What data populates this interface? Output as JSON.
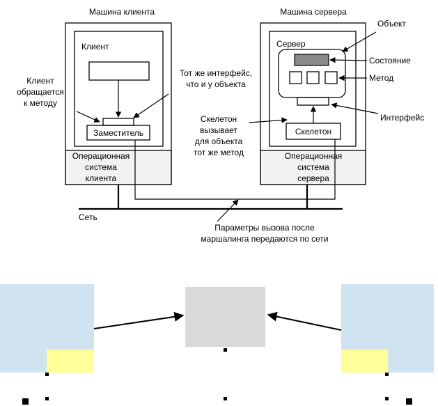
{
  "diagram": {
    "client_machine": {
      "title": "Машина клиента",
      "client_box": "Клиент",
      "proxy": "Заместитель",
      "os_lines": [
        "Операционная",
        "система",
        "клиента"
      ]
    },
    "server_machine": {
      "title": "Машина сервера",
      "server_box": "Сервер",
      "skeleton": "Скелетон",
      "os_lines": [
        "Операционная",
        "система",
        "сервера"
      ]
    },
    "callouts": {
      "client_calls": [
        "Клиент",
        "обращается",
        "к методу"
      ],
      "same_interface": [
        "Тот же интерфейс,",
        "что и у объекта"
      ],
      "skeleton_calls": [
        "Скелетон",
        "вызывает",
        "для объекта",
        "тот же метод"
      ],
      "object": "Объект",
      "state": "Состояние",
      "method": "Метод",
      "interface": "Интерфейс",
      "network": "Сеть",
      "marshalled": [
        "Параметры вызова после",
        "маршалинга передаются по сети"
      ]
    }
  },
  "colors": {
    "panel_blue": "#cfe3f1",
    "panel_yellow": "#ffff99",
    "panel_gray": "#d9d9d9",
    "os_fill": "#f2f2f2",
    "state_fill": "#8a8a8a"
  }
}
